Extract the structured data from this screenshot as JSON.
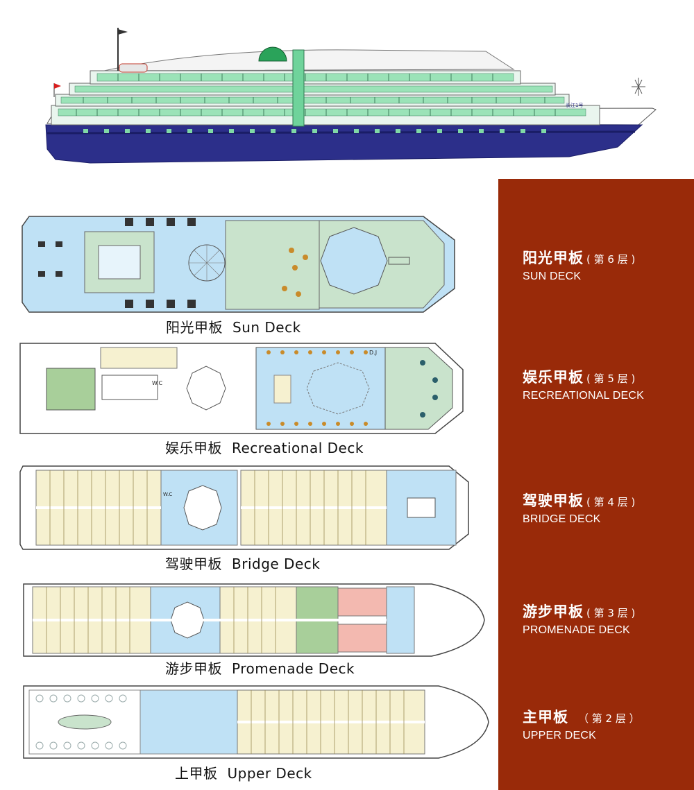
{
  "colors": {
    "panel": "#992a09",
    "hull": "#2c2f8a",
    "hull_stripe": "#1a1d66",
    "deck_floor": "#bfe1f5",
    "green_area": "#c9e3cc",
    "cabin": "#f6f1d0",
    "suite_green": "#a8cf9a",
    "suite_pink": "#f3b9b0",
    "window": "#7fd9a6"
  },
  "ship": {
    "name_label": "长江1号"
  },
  "decks": [
    {
      "id": "sun",
      "cn": "阳光甲板",
      "en": "Sun Deck",
      "level": "( 第 6 层 )",
      "legend_en": "SUN DECK"
    },
    {
      "id": "recreational",
      "cn": "娱乐甲板",
      "en": "Recreational Deck",
      "level": "( 第 5 层 )",
      "legend_en": "RECREATIONAL DECK"
    },
    {
      "id": "bridge",
      "cn": "驾驶甲板",
      "en": "Bridge Deck",
      "level": "( 第 4 层 )",
      "legend_en": "BRIDGE DECK"
    },
    {
      "id": "promenade",
      "cn": "游步甲板",
      "en": "Promenade Deck",
      "level": "( 第 3 层 )",
      "legend_en": "PROMENADE DECK"
    },
    {
      "id": "upper",
      "cn": "主甲板",
      "en": "Upper Deck",
      "level": "（ 第 2 层 ）",
      "legend_en": "UPPER DECK"
    }
  ],
  "upper_caption_cn": "上甲板",
  "labels": {
    "wc": "W.C",
    "dj": "D.J"
  }
}
